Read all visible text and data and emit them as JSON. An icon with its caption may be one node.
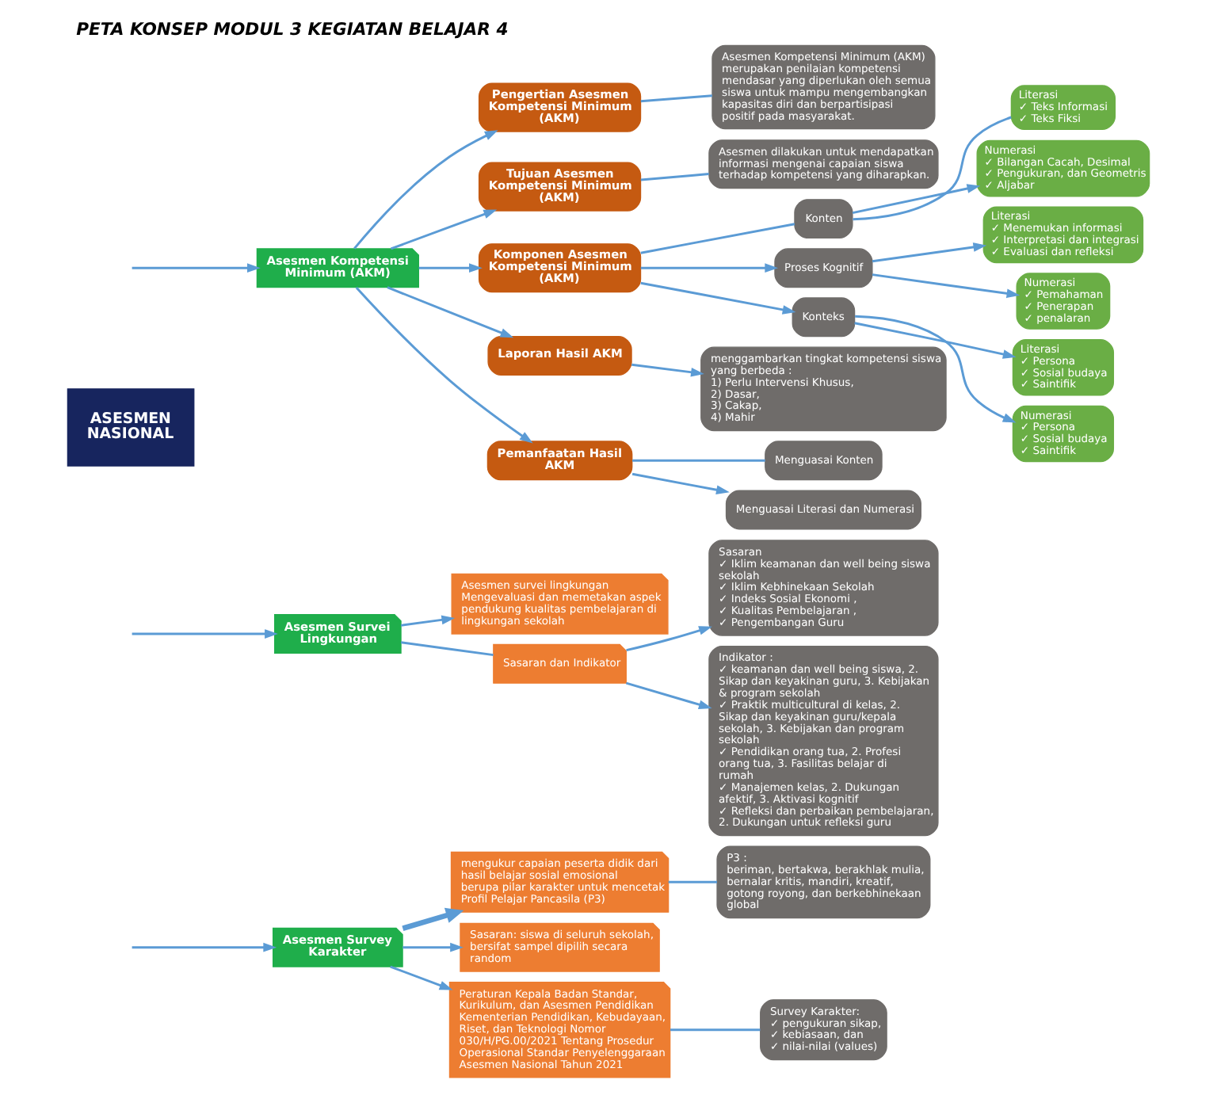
{
  "diagram": {
    "title": "PETA KONSEP MODUL 3 KEGIATAN BELAJAR 4",
    "nodes": [
      {
        "text": [
          "ASESMEN NASIONAL"
        ]
      },
      {
        "text": [
          "Asesmen Kompetensi Minimum (AKM)"
        ]
      },
      {
        "text": [
          "Pengertian Asesmen Kompetensi Minimum (AKM)"
        ]
      },
      {
        "text": [
          "Asesmen Kompetensi Minimum (AKM) merupakan penilaian kompetensi mendasar yang diperlukan oleh semua siswa untuk mampu mengembangkan kapasitas diri dan berpartisipasi positif pada masyarakat."
        ]
      },
      {
        "text": [
          "Tujuan Asesmen Kompetensi Minimum (AKM)"
        ]
      },
      {
        "text": [
          "Asesmen dilakukan untuk mendapatkan informasi mengenai capaian siswa terhadap kompetensi yang diharapkan."
        ]
      },
      {
        "text": [
          "Komponen Asesmen Kompetensi Minimum (AKM)"
        ]
      },
      {
        "text": [
          "Konten"
        ]
      },
      {
        "text": [
          "Literasi",
          "✓ Teks Informasi",
          "✓ Teks Fiksi"
        ]
      },
      {
        "text": [
          "Numerasi",
          "✓ Bilangan Cacah, Desimal",
          "✓ Pengukuran, dan Geometris",
          "✓ Aljabar"
        ]
      },
      {
        "text": [
          "Proses Kognitif"
        ]
      },
      {
        "text": [
          "Literasi",
          "✓ Menemukan informasi",
          "✓ Interpretasi dan integrasi",
          "✓ Evaluasi dan refleksi"
        ]
      },
      {
        "text": [
          "Numerasi",
          "✓ Pemahaman",
          "✓ Penerapan",
          "✓ penalaran"
        ]
      },
      {
        "text": [
          "Konteks"
        ]
      },
      {
        "text": [
          "Literasi",
          "✓ Persona",
          "✓ Sosial budaya",
          "✓ Saintifik"
        ]
      },
      {
        "text": [
          "Numerasi",
          "✓ Persona",
          "✓ Sosial budaya",
          "✓ Saintifik"
        ]
      },
      {
        "text": [
          "Laporan Hasil AKM"
        ]
      },
      {
        "text": [
          "menggambarkan tingkat kompetensi siswa yang berbeda :",
          "1) Perlu Intervensi Khusus,",
          "2) Dasar,",
          "3) Cakap,",
          "4) Mahir"
        ]
      },
      {
        "text": [
          "Pemanfaatan Hasil AKM"
        ]
      },
      {
        "text": [
          "Menguasai Konten"
        ]
      },
      {
        "text": [
          "Menguasai Literasi dan Numerasi"
        ]
      },
      {
        "text": [
          "Asesmen Survei Lingkungan"
        ]
      },
      {
        "text": [
          "Asesmen survei lingkungan",
          "Mengevaluasi dan memetakan aspek pendukung kualitas pembelajaran di lingkungan sekolah"
        ]
      },
      {
        "text": [
          "Sasaran dan Indikator"
        ]
      },
      {
        "text": [
          "Sasaran",
          "✓ Iklim keamanan dan well being siswa sekolah",
          "✓ Iklim Kebhinekaan Sekolah",
          "✓ Indeks Sosial Ekonomi ,",
          "✓ Kualitas Pembelajaran ,",
          "✓ Pengembangan Guru"
        ]
      },
      {
        "text": [
          "Indikator :",
          "✓ keamanan dan well being siswa, 2. Sikap dan keyakinan guru, 3. Kebijakan & program sekolah",
          "✓ Praktik multicultural di kelas, 2. Sikap dan keyakinan guru/kepala sekolah, 3. Kebijakan dan program sekolah",
          "✓ Pendidikan orang tua, 2. Profesi orang tua, 3. Fasilitas belajar di rumah",
          "✓ Manajemen kelas, 2. Dukungan afektif, 3. Aktivasi kognitif",
          "✓ Refleksi dan perbaikan pembelajaran, 2. Dukungan untuk refleksi guru"
        ]
      },
      {
        "text": [
          "Asesmen Survey Karakter"
        ]
      },
      {
        "text": [
          "mengukur capaian peserta didik dari hasil belajar sosial emosional berupa pilar karakter untuk mencetak Profil Pelajar Pancasila (P3)"
        ]
      },
      {
        "text": [
          "P3 :",
          "beriman, bertakwa, berakhlak mulia, bernalar kritis, mandiri, kreatif, gotong royong, dan berkebhinekaan global"
        ]
      },
      {
        "text": [
          "Sasaran: siswa di seluruh sekolah, bersifat sampel dipilih secara random"
        ]
      },
      {
        "text": [
          "Peraturan Kepala Badan Standar, Kurikulum, dan Asesmen Pendidikan Kementerian Pendidikan, Kebudayaan, Riset, dan Teknologi Nomor 030/H/PG.00/2021 Tentang Prosedur Operasional Standar Penyelenggaraan Asesmen Nasional Tahun 2021"
        ]
      },
      {
        "text": [
          "Survey Karakter:",
          "✓ pengukuran sikap,",
          "✓ kebiasaan, dan",
          "✓ nilai-nilai (values)"
        ]
      }
    ],
    "edges": [
      {
        "from": null,
        "to": 1,
        "arrow": "to"
      },
      {
        "from": null,
        "to": 21,
        "arrow": "to"
      },
      {
        "from": null,
        "to": 26,
        "arrow": "to"
      },
      {
        "from": 1,
        "to": 2,
        "arrow": "to"
      },
      {
        "from": 1,
        "to": 4,
        "arrow": "to"
      },
      {
        "from": 1,
        "to": 6,
        "arrow": "to"
      },
      {
        "from": 1,
        "to": 16,
        "arrow": "to"
      },
      {
        "from": 1,
        "to": 18,
        "arrow": "to"
      },
      {
        "from": 2,
        "to": 3,
        "arrow": "none"
      },
      {
        "from": 4,
        "to": 5,
        "arrow": "none"
      },
      {
        "from": 6,
        "to": 7,
        "arrow": "none"
      },
      {
        "from": 6,
        "to": 10,
        "arrow": "to"
      },
      {
        "from": 6,
        "to": 13,
        "arrow": "to"
      },
      {
        "from": 7,
        "to": 8,
        "arrow": "none"
      },
      {
        "from": 7,
        "to": 9,
        "arrow": "to"
      },
      {
        "from": 10,
        "to": 11,
        "arrow": "to"
      },
      {
        "from": 10,
        "to": 12,
        "arrow": "to"
      },
      {
        "from": 13,
        "to": 14,
        "arrow": "to"
      },
      {
        "from": 13,
        "to": 15,
        "arrow": "to"
      },
      {
        "from": 16,
        "to": 17,
        "arrow": "to"
      },
      {
        "from": 18,
        "to": 19,
        "arrow": "none"
      },
      {
        "from": 18,
        "to": 20,
        "arrow": "to"
      },
      {
        "from": 21,
        "to": 22,
        "arrow": "to"
      },
      {
        "from": 21,
        "to": 23,
        "arrow": "none"
      },
      {
        "from": 23,
        "to": 24,
        "arrow": "to"
      },
      {
        "from": 23,
        "to": 25,
        "arrow": "to"
      },
      {
        "from": 26,
        "to": 27,
        "arrow": "to",
        "style": "thick"
      },
      {
        "from": 26,
        "to": 29,
        "arrow": "to"
      },
      {
        "from": 26,
        "to": 30,
        "arrow": "to"
      },
      {
        "from": 27,
        "to": 28,
        "arrow": "none"
      },
      {
        "from": 30,
        "to": 31,
        "arrow": "none"
      }
    ]
  }
}
